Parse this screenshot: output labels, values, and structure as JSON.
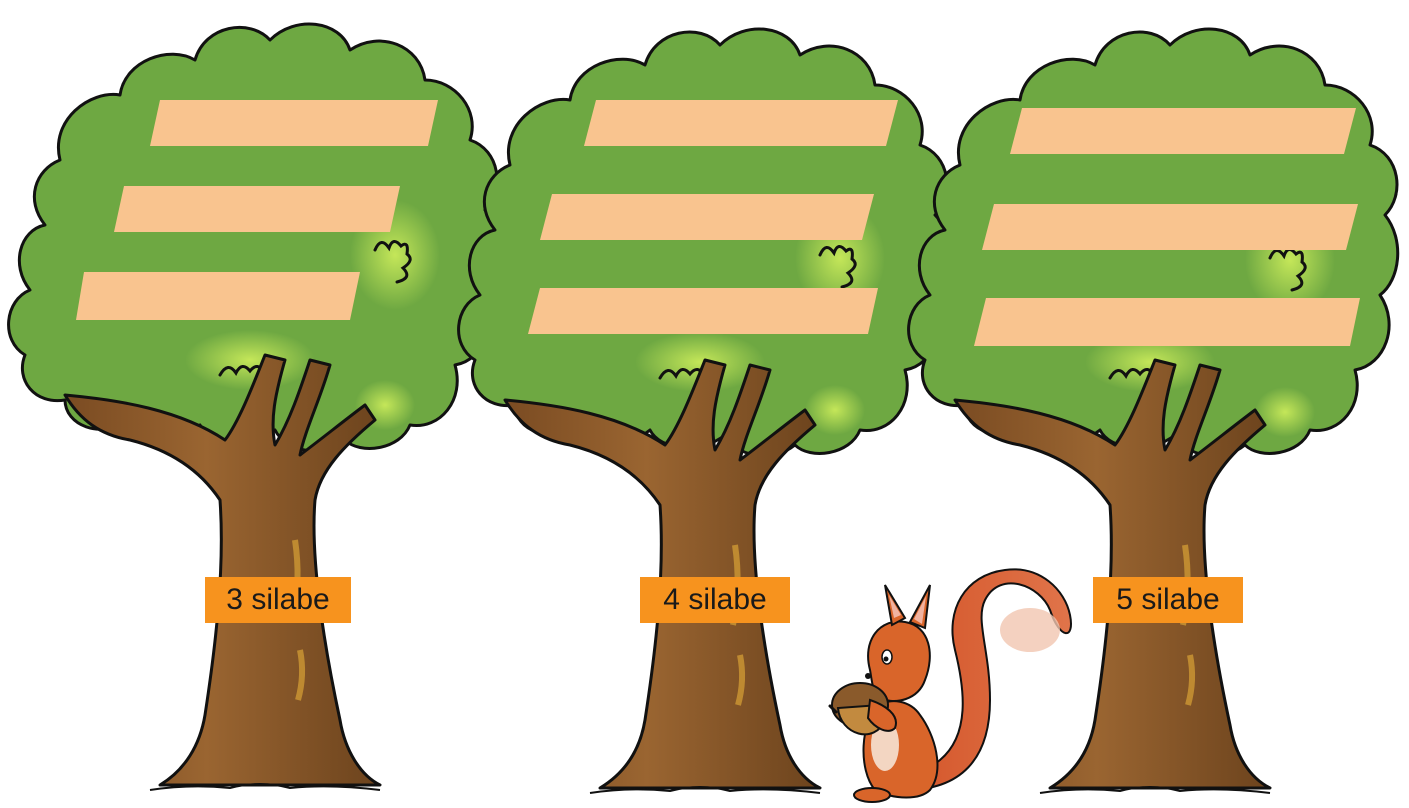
{
  "trees": [
    {
      "label": "3 silabe",
      "slots": 3
    },
    {
      "label": "4 silabe",
      "slots": 3
    },
    {
      "label": "5 silabe",
      "slots": 3
    }
  ],
  "colors": {
    "foliage": "#6ea842",
    "foliage_highlight": "#b8df4e",
    "trunk": "#8a5a2b",
    "trunk_shadow": "#6e4520",
    "slot_fill": "#f9c48f",
    "label_fill": "#f7931e",
    "squirrel": "#d9652a"
  }
}
